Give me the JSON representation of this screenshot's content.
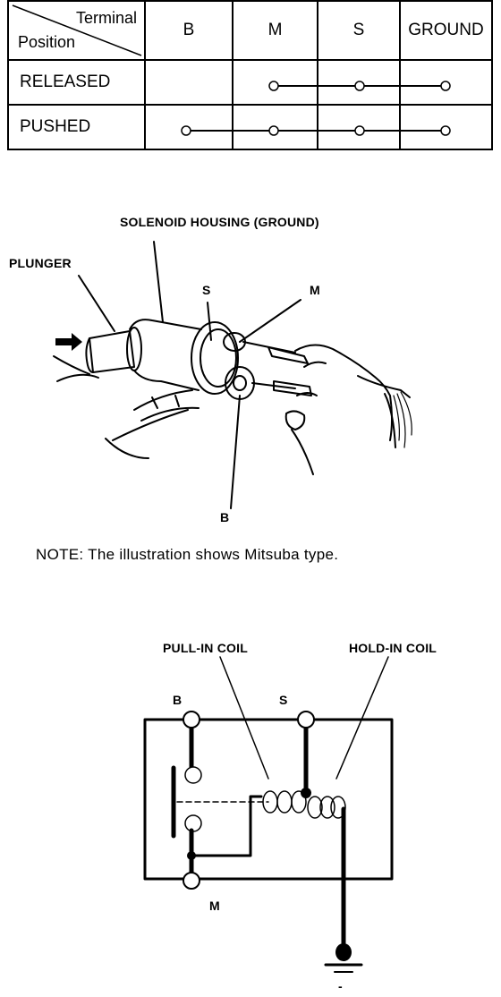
{
  "continuity_table": {
    "corner_top": "Terminal",
    "corner_bottom": "Position",
    "terminals": [
      "B",
      "M",
      "S",
      "GROUND"
    ],
    "rows": [
      {
        "position": "RELEASED",
        "connected": [
          "M",
          "S",
          "GROUND"
        ]
      },
      {
        "position": "PUSHED",
        "connected": [
          "B",
          "M",
          "S",
          "GROUND"
        ]
      }
    ]
  },
  "illustration": {
    "labels": {
      "housing": "SOLENOID HOUSING (GROUND)",
      "plunger": "PLUNGER",
      "s": "S",
      "m": "M",
      "b": "B"
    },
    "note": "NOTE: The illustration shows Mitsuba type."
  },
  "schematic": {
    "labels": {
      "pull_in": "PULL-IN COIL",
      "hold_in": "HOLD-IN COIL",
      "b": "B",
      "s": "S",
      "m": "M",
      "ground": "-"
    }
  }
}
